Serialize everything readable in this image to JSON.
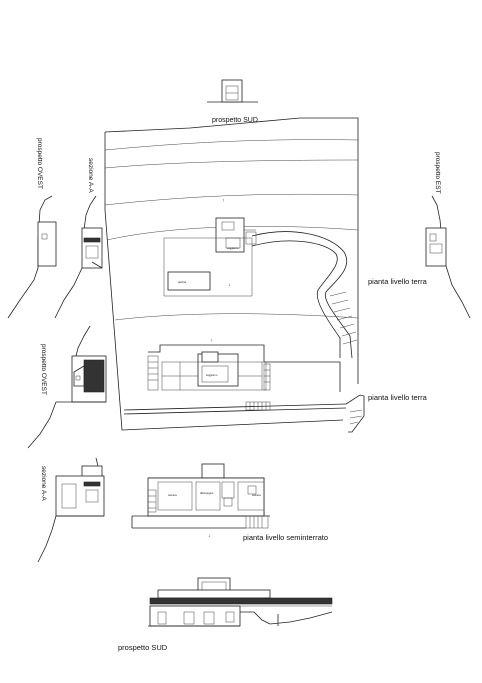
{
  "labels": {
    "prospetto_sud_top": "prospetto SUD",
    "prospetto_ovest_top": "prospetto OVEST",
    "sezione_aa_top": "sezione A-A",
    "prospetto_est": "prospetto EST",
    "pianta_livello_terra_1": "pianta livello terra",
    "pianta_livello_terra_2": "pianta livello terra",
    "prospetto_ovest_mid": "prospetto OVEST",
    "sezione_aa_bottom": "sezione A-A",
    "pianta_livello_seminterrato": "pianta livello seminterrato",
    "prospetto_sud_bottom": "prospetto SUD"
  }
}
